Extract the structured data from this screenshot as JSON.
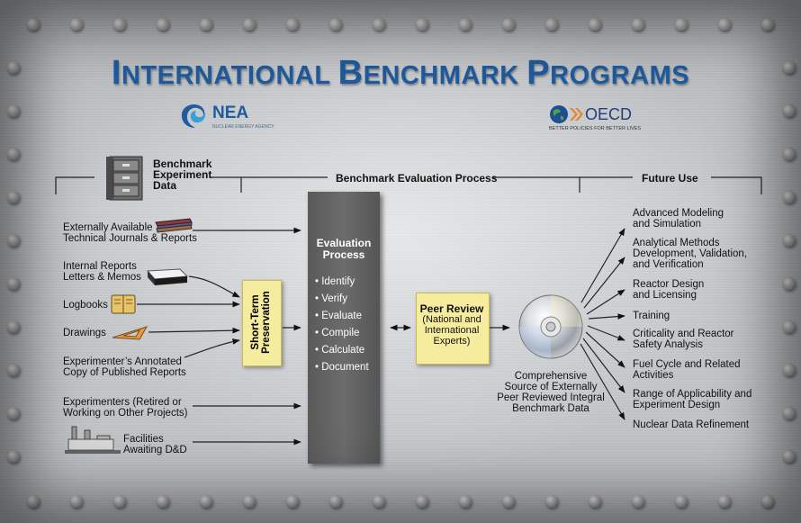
{
  "title": {
    "line1_cap": "I",
    "line1_rest": "NTERNATIONAL ",
    "line2_cap": "B",
    "line2_rest": "ENCHMARK ",
    "line3_cap": "P",
    "line3_rest": "ROGRAMS"
  },
  "logos": {
    "nea_text": "NEA",
    "nea_subtitle": "NUCLEAR ENERGY AGENCY",
    "oecd_text": "OECD",
    "oecd_subtitle": "BETTER POLICIES FOR BETTER LIVES"
  },
  "headers": {
    "benchmark_data_l1": "Benchmark",
    "benchmark_data_l2": "Experiment",
    "benchmark_data_l3": "Data",
    "evaluation_process": "Benchmark Evaluation Process",
    "future_use": "Future Use"
  },
  "sources": {
    "journals_l1": "Externally Available",
    "journals_l2": "Technical Journals & Reports",
    "internal_l1": "Internal Reports",
    "internal_l2": "Letters & Memos",
    "logbooks": "Logbooks",
    "drawings": "Drawings",
    "annotated_l1": "Experimenter’s Annotated",
    "annotated_l2": "Copy of Published Reports",
    "experimenters_l1": "Experimenters (Retired or",
    "experimenters_l2": "Working on Other Projects)",
    "facilities_l1": "Facilities",
    "facilities_l2": "Awaiting D&D"
  },
  "short_term": {
    "l1": "Short-Term",
    "l2": "Preservation"
  },
  "evaluation": {
    "title_l1": "Evaluation",
    "title_l2": "Process",
    "steps": [
      "• Identify",
      "• Verify",
      "• Evaluate",
      "• Compile",
      "• Calculate",
      "• Document"
    ]
  },
  "peer_review": {
    "title": "Peer Review",
    "l2": "(National and",
    "l3": "International",
    "l4": "Experts)"
  },
  "disc_caption": {
    "l1": "Comprehensive",
    "l2": "Source of Externally",
    "l3": "Peer Reviewed Integral",
    "l4": "Benchmark Data"
  },
  "future_uses": [
    {
      "l1": "Advanced Modeling",
      "l2": "and Simulation",
      "l3": ""
    },
    {
      "l1": "Analytical Methods",
      "l2": "Development, Validation,",
      "l3": "and Verification"
    },
    {
      "l1": "Reactor Design",
      "l2": "and Licensing",
      "l3": ""
    },
    {
      "l1": "Training",
      "l2": "",
      "l3": ""
    },
    {
      "l1": "Criticality and Reactor",
      "l2": "Safety Analysis",
      "l3": ""
    },
    {
      "l1": "Fuel Cycle and Related",
      "l2": "Activities",
      "l3": ""
    },
    {
      "l1": "Range of Applicability and",
      "l2": "Experiment Design",
      "l3": ""
    },
    {
      "l1": "Nuclear Data Refinement",
      "l2": "",
      "l3": ""
    }
  ],
  "colors": {
    "title_blue": "#1f5b9e",
    "eval_box": "#5f5f5f",
    "yellow_box": "#f6ec9e"
  }
}
